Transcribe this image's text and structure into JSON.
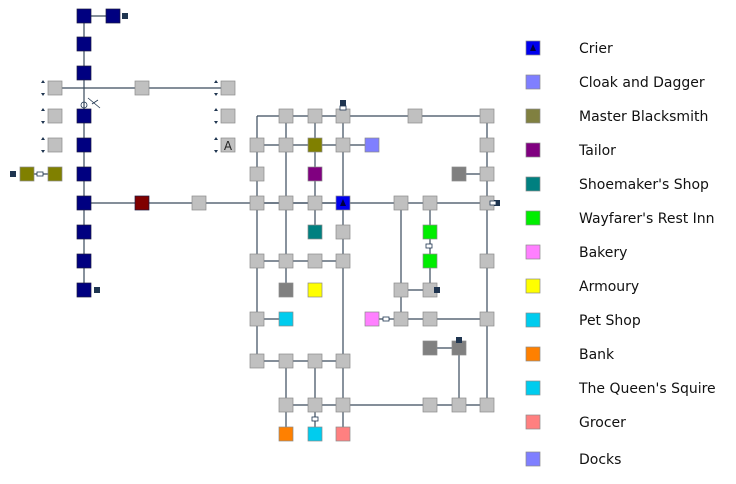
{
  "map": {
    "room_label_letter": "A"
  },
  "legend": [
    {
      "label": "Crier",
      "color": "#0000ee",
      "marked": true
    },
    {
      "label": "Cloak and Dagger",
      "color": "#7f7fff",
      "marked": false
    },
    {
      "label": "Master Blacksmith",
      "color": "#808040",
      "marked": false
    },
    {
      "label": "Tailor",
      "color": "#800080",
      "marked": false
    },
    {
      "label": "Shoemaker's Shop",
      "color": "#008080",
      "marked": false
    },
    {
      "label": "Wayfarer's Rest Inn",
      "color": "#00ee00",
      "marked": false
    },
    {
      "label": "Bakery",
      "color": "#ff80ff",
      "marked": false
    },
    {
      "label": "Armoury",
      "color": "#ffff00",
      "marked": false
    },
    {
      "label": "Pet Shop",
      "color": "#00ccee",
      "marked": false
    },
    {
      "label": "Bank",
      "color": "#ff8000",
      "marked": false
    },
    {
      "label": "The Queen's Squire",
      "color": "#00ccee",
      "marked": false
    },
    {
      "label": "Grocer",
      "color": "#ff8080",
      "marked": false
    },
    {
      "label": "Docks",
      "color": "#7f7fff",
      "marked": false
    }
  ],
  "colors": {
    "default_room": "#c0c0c0",
    "road_room": "#000080",
    "gate_room": "#808000",
    "blood_room": "#800000",
    "stone_room": "#808080",
    "link": "#3a4a5c"
  }
}
